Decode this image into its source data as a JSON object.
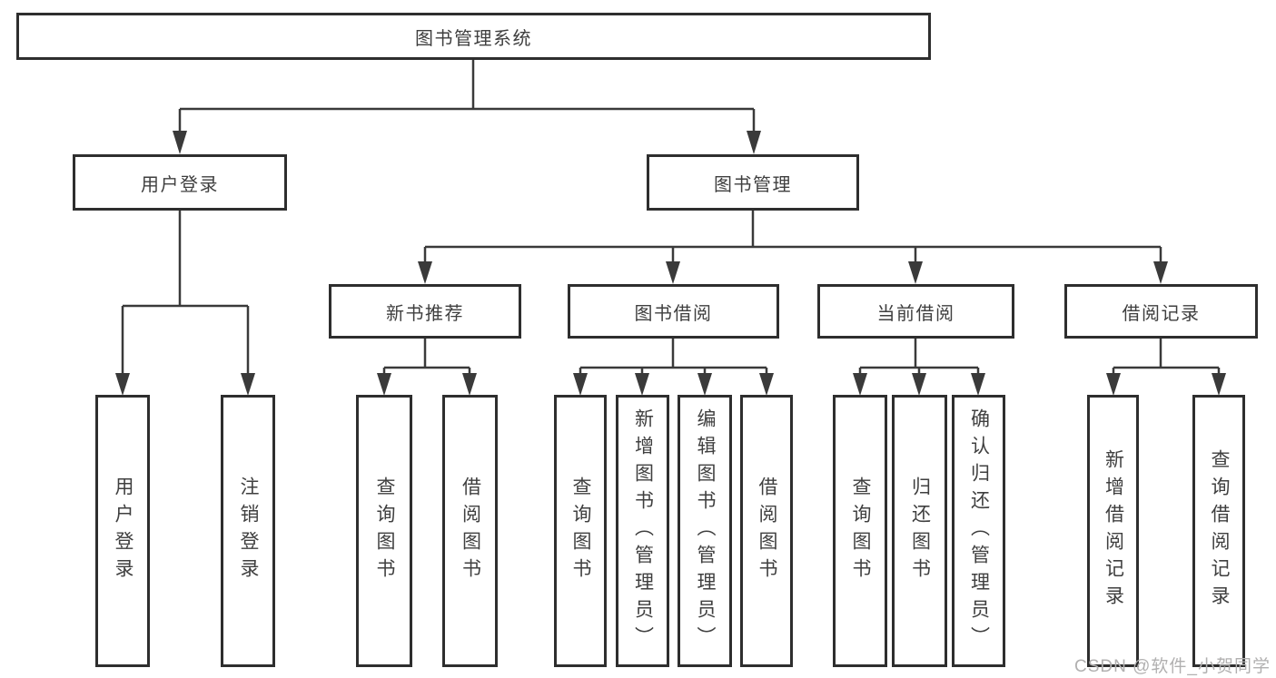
{
  "diagram": {
    "root_label": "图书管理系统",
    "branches": [
      {
        "label": "用户登录",
        "children": [
          {
            "label": "用户登录"
          },
          {
            "label": "注销登录"
          }
        ]
      },
      {
        "label": "图书管理",
        "children": [
          {
            "label": "新书推荐",
            "children": [
              {
                "label": "查询图书"
              },
              {
                "label": "借阅图书"
              }
            ]
          },
          {
            "label": "图书借阅",
            "children": [
              {
                "label": "查询图书"
              },
              {
                "label": "新增图书（管理员）"
              },
              {
                "label": "编辑图书（管理员）"
              },
              {
                "label": "借阅图书"
              }
            ]
          },
          {
            "label": "当前借阅",
            "children": [
              {
                "label": "查询图书"
              },
              {
                "label": "归还图书"
              },
              {
                "label": "确认归还（管理员）"
              }
            ]
          },
          {
            "label": "借阅记录",
            "children": [
              {
                "label": "新增借阅记录"
              },
              {
                "label": "查询借阅记录"
              }
            ]
          }
        ]
      }
    ]
  },
  "watermark": {
    "text": "CSDN @软件_小贺同学"
  },
  "colors": {
    "line": "#3a3a3a",
    "box_border": "#2e2e2e",
    "box_background": "#ffffff",
    "text": "#3f3f3f",
    "watermark": "#b1b0b0",
    "page_background": "#ffffff"
  }
}
